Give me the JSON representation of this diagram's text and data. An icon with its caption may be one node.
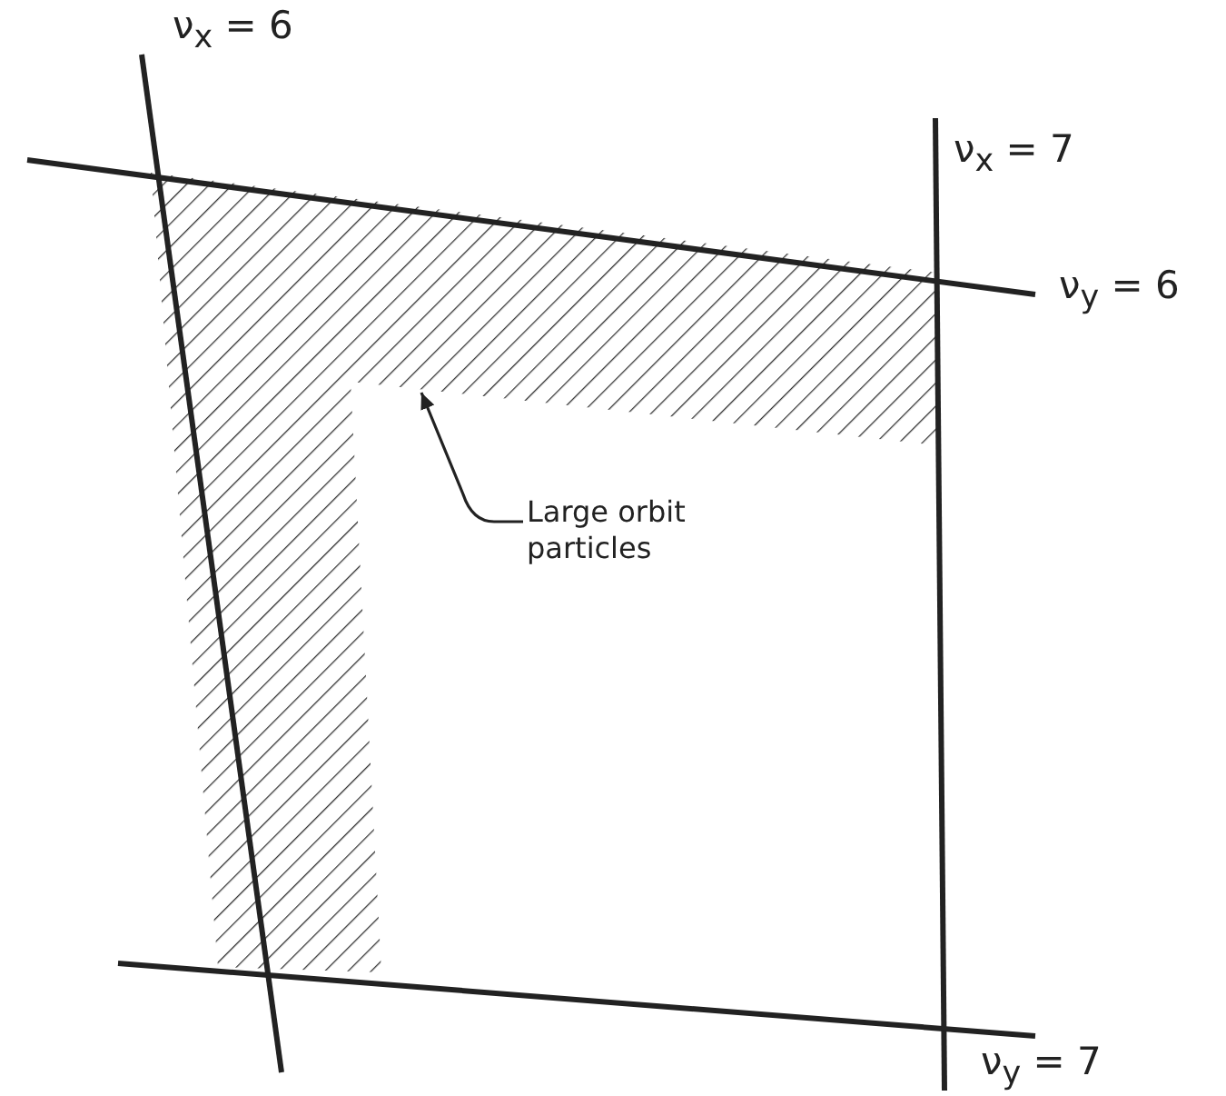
{
  "diagram": {
    "nodes": [
      {
        "text": [
          "Large orbit particles"
        ]
      },
      {
        "text": [],
        "shape": "box"
      }
    ],
    "edges": [
      {
        "from": 0,
        "to": 1,
        "arrow": "to"
      }
    ],
    "labels": [
      "ν$_{x}$ = 6",
      "ν$_{x}$ = 7",
      "ν$_{y}$ = 6",
      "ν$_{y}$ = 7"
    ]
  }
}
